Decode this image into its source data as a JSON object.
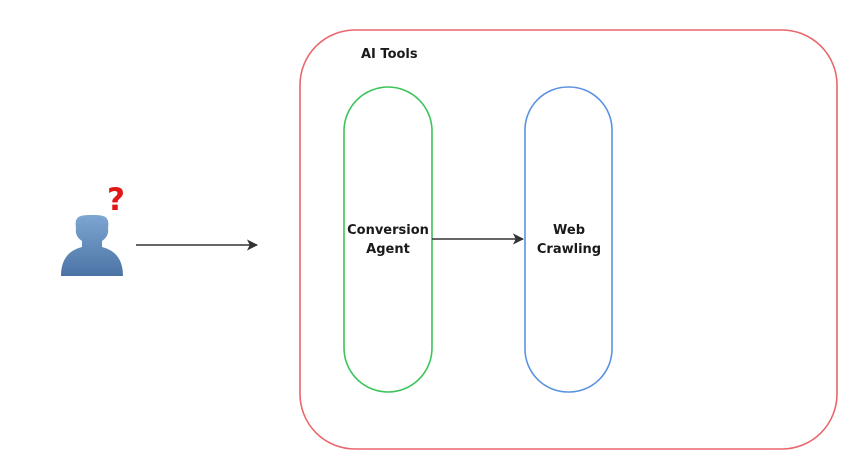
{
  "diagram": {
    "group": {
      "title": "AI Tools",
      "border_color": "#e8676a"
    },
    "nodes": [
      {
        "id": "conversion-agent",
        "lines": [
          "Conversion",
          "Agent"
        ],
        "border_color": "#3cc45a"
      },
      {
        "id": "web-crawling",
        "lines": [
          "Web",
          "Crawling"
        ],
        "border_color": "#5b93e0"
      }
    ],
    "user": {
      "icon": "user-silhouette-icon",
      "badge": "?",
      "badge_color": "#e01818",
      "body_color": "#5f88b8"
    },
    "edges": [
      {
        "from": "user",
        "to": "ai-tools-group"
      },
      {
        "from": "conversion-agent",
        "to": "web-crawling"
      }
    ],
    "edge_color": "#333333"
  }
}
